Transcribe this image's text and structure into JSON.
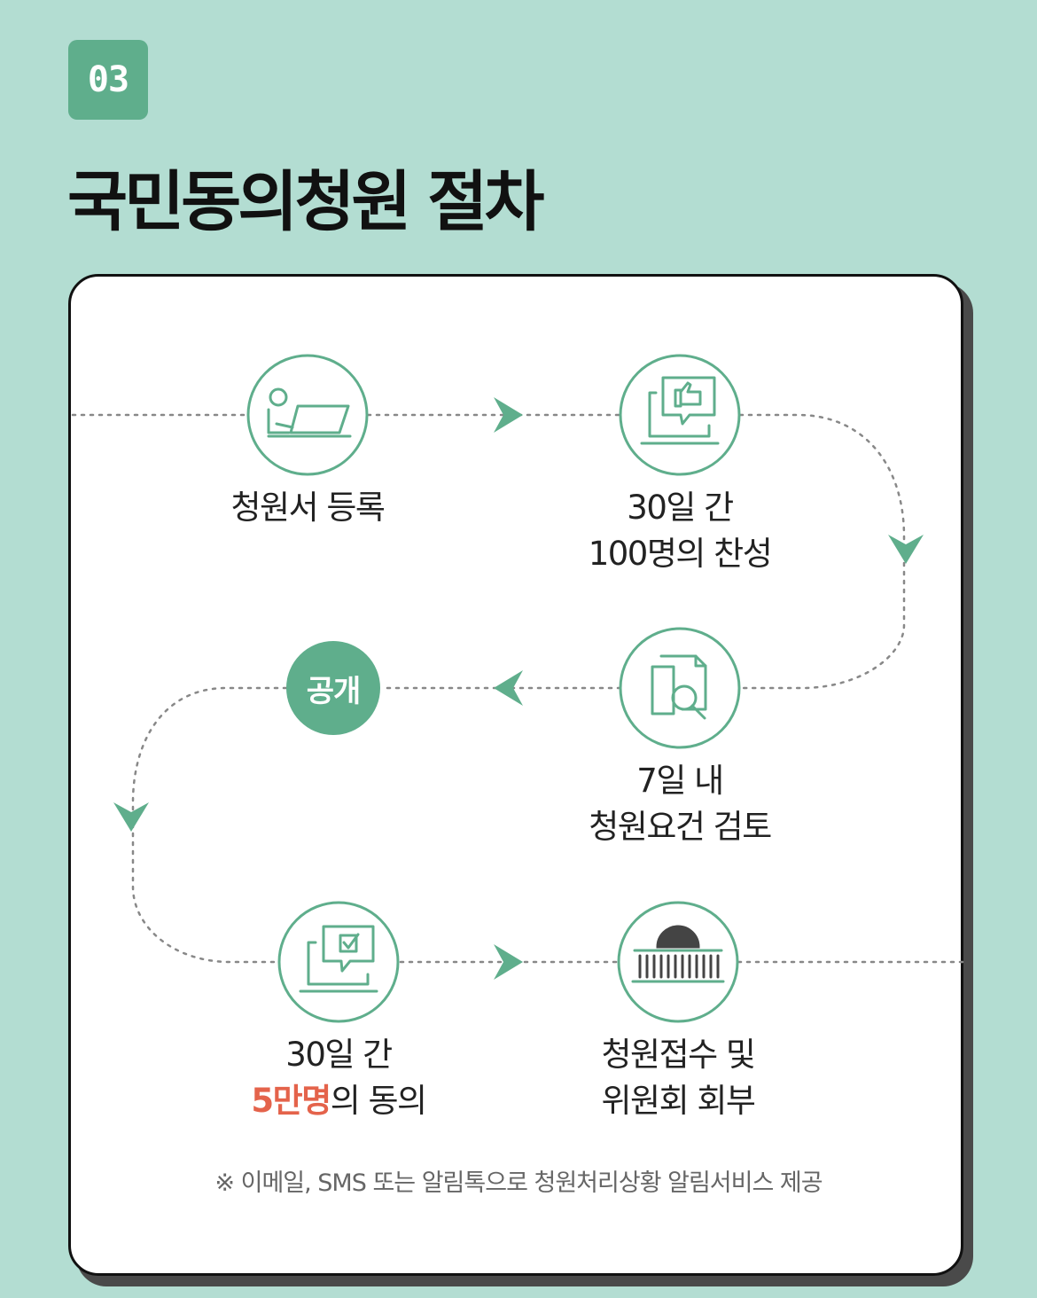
{
  "badge": "03",
  "title": "국민동의청원 절차",
  "steps": [
    {
      "line1": "청원서 등록",
      "icon": "person-laptop-icon"
    },
    {
      "line1": "30일 간",
      "line2": "100명의 찬성",
      "icon": "thumbs-up-laptop-icon"
    },
    {
      "line1": "7일 내",
      "line2": "청원요건 검토",
      "icon": "document-magnifier-icon"
    },
    {
      "line1": "30일 간",
      "line2_highlight": "5만명",
      "line2_rest": "의 동의",
      "icon": "checkbox-laptop-icon"
    },
    {
      "line1": "청원접수 및",
      "line2": "위원회 회부",
      "icon": "national-assembly-icon"
    }
  ],
  "open_label": "공개",
  "note": "※ 이메일, SMS 또는 알림톡으로 청원처리상황 알림서비스 제공",
  "colors": {
    "background": "#b3ddd2",
    "accent": "#5fae8c",
    "highlight": "#e4634b"
  }
}
